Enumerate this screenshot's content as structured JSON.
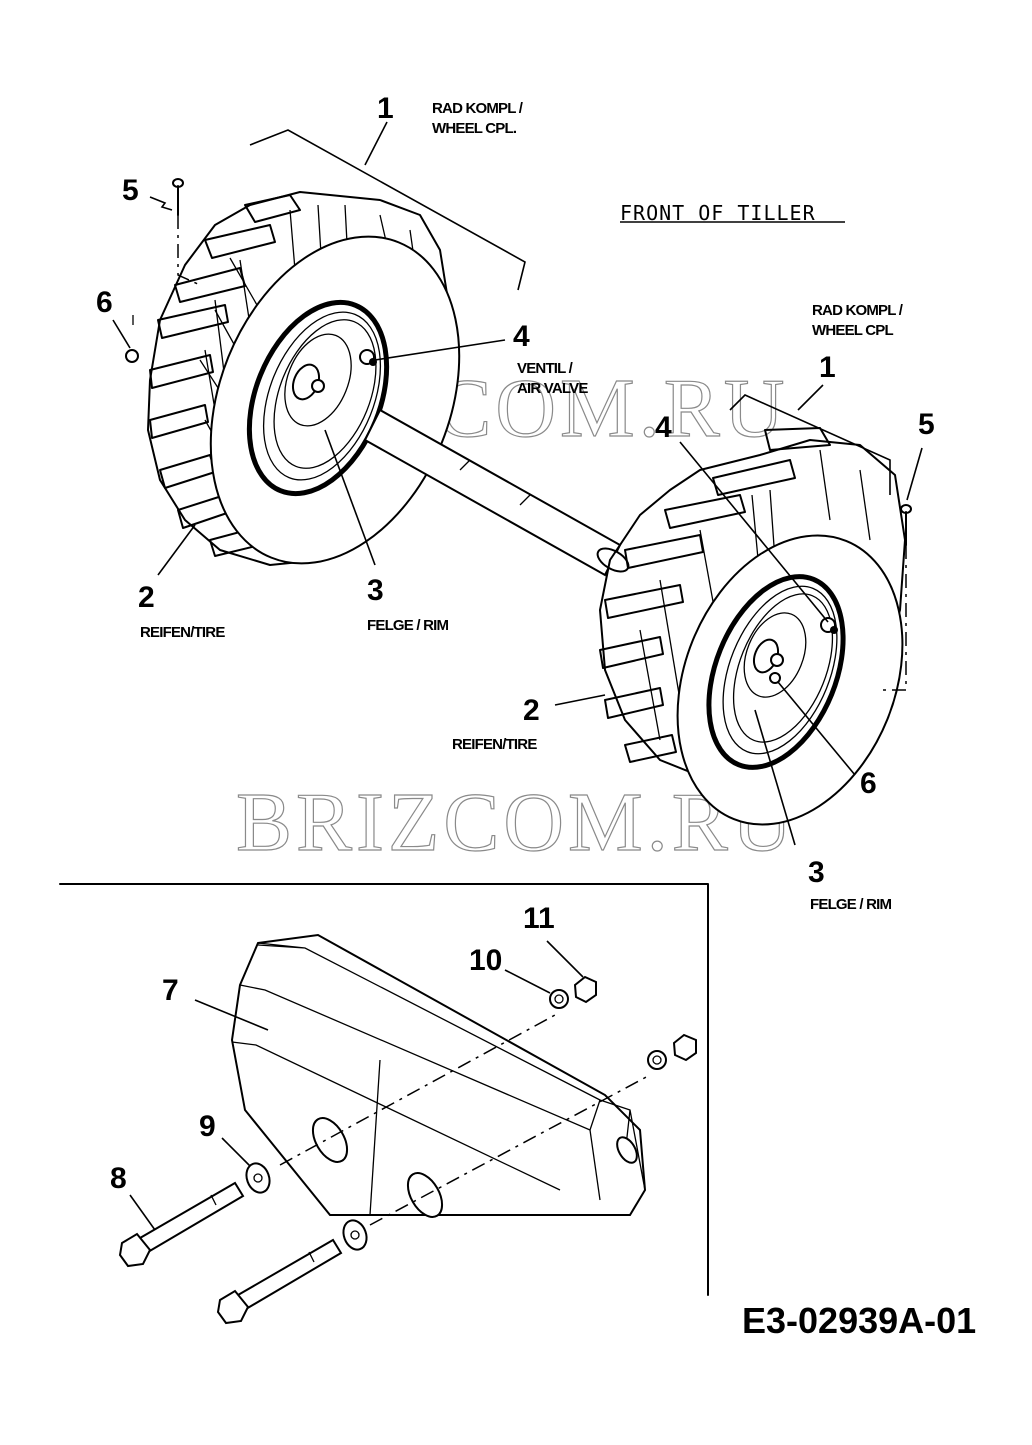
{
  "diagram": {
    "drawing_code": "E3-02939A-01",
    "orientation_note": "FRONT OF TILLER",
    "watermark": "BRIZCOM.RU",
    "callouts": {
      "left_wheel": {
        "wheel_num": "1",
        "wheel_label_line1": "RAD KOMPL /",
        "wheel_label_line2": "WHEEL CPL.",
        "tire_num": "2",
        "tire_label": "REIFEN/TIRE",
        "rim_num": "3",
        "rim_label": "FELGE / RIM",
        "valve_num": "4",
        "valve_label_line1": "VENTIL /",
        "valve_label_line2": "AIR VALVE",
        "pin_num": "5",
        "nut_num": "6"
      },
      "right_wheel": {
        "wheel_num": "1",
        "wheel_label_line1": "RAD KOMPL /",
        "wheel_label_line2": "WHEEL CPL",
        "tire_num": "2",
        "tire_label": "REIFEN/TIRE",
        "rim_num": "3",
        "rim_label": "FELGE / RIM",
        "valve_num": "4",
        "pin_num": "5",
        "nut_num": "6"
      },
      "weight_kit": {
        "weight_num": "7",
        "bolt_num": "8",
        "washer_num": "9",
        "lock_washer_num": "10",
        "nut_num": "11"
      }
    }
  }
}
